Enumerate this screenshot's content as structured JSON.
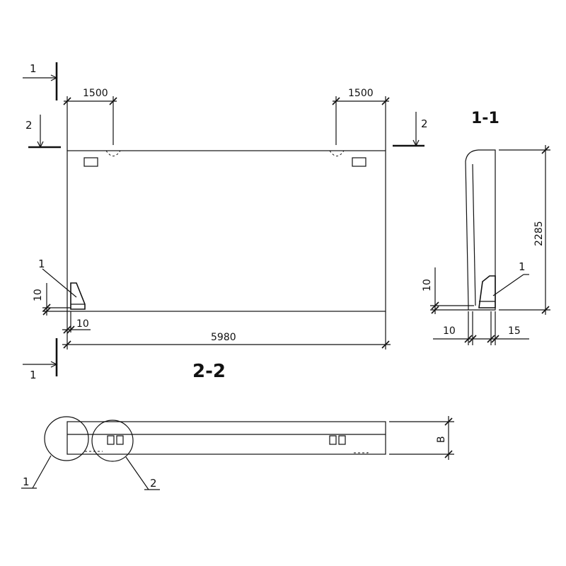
{
  "elevation": {
    "dim_left_top": "1500",
    "dim_right_top": "1500",
    "dim_overall": "5980",
    "dim_bottom_offset": "10",
    "dim_vertical_offset": "10",
    "section_mark_1": "1",
    "section_mark_2": "2",
    "callout_1": "1"
  },
  "section_1_1": {
    "title": "1-1",
    "dim_height": "2285",
    "dim_vertical_offset": "10",
    "dim_left": "10",
    "dim_right": "15",
    "callout_1": "1"
  },
  "plan_2_2": {
    "title": "2-2",
    "dim_thickness": "B",
    "callout_1": "1",
    "callout_2": "2"
  }
}
